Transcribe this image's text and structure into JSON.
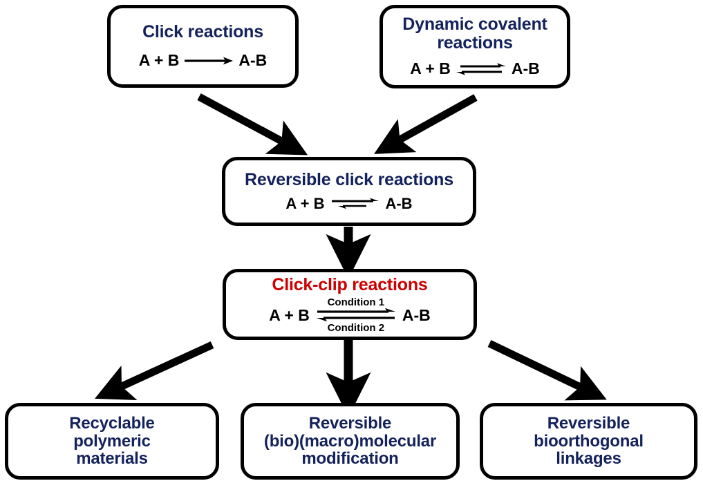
{
  "diagram": {
    "title": "Click-clip reactions concept flow",
    "colors": {
      "navy": "#14225C",
      "red": "#CC0000",
      "outline": "#000000",
      "background": "#FFFFFF"
    },
    "nodes": [
      {
        "id": "click-reactions",
        "title": "Click reactions",
        "title_color": "#14225C",
        "equation": {
          "left": "A + B",
          "arrow": "single-right",
          "right": "A-B",
          "condition_top": "",
          "condition_bottom": ""
        }
      },
      {
        "id": "dynamic-covalent-reactions",
        "title": "Dynamic covalent reactions",
        "title_color": "#14225C",
        "equation": {
          "left": "A + B",
          "arrow": "equilibrium-balanced",
          "right": "A-B",
          "condition_top": "",
          "condition_bottom": ""
        }
      },
      {
        "id": "reversible-click-reactions",
        "title": "Reversible click reactions",
        "title_color": "#14225C",
        "equation": {
          "left": "A + B",
          "arrow": "equilibrium-forward-biased",
          "right": "A-B",
          "condition_top": "",
          "condition_bottom": ""
        }
      },
      {
        "id": "click-clip-reactions",
        "title": "Click-clip reactions",
        "title_color": "#CC0000",
        "equation": {
          "left": "A + B",
          "arrow": "equilibrium-labelled",
          "right": "A-B",
          "condition_top": "Condition 1",
          "condition_bottom": "Condition 2"
        }
      },
      {
        "id": "recyclable-polymeric-materials",
        "title": "Recyclable polymeric materials",
        "title_lines": [
          "Recyclable",
          "polymeric",
          "materials"
        ],
        "title_color": "#14225C"
      },
      {
        "id": "reversible-biomacromolecular-modification",
        "title": "Reversible (bio)(macro)molecular modification",
        "title_lines": [
          "Reversible",
          "(bio)(macro)molecular",
          "modification"
        ],
        "title_color": "#14225C"
      },
      {
        "id": "reversible-bioorthogonal-linkages",
        "title": "Reversible bioorthogonal linkages",
        "title_lines": [
          "Reversible",
          "bioorthogonal",
          "linkages"
        ],
        "title_color": "#14225C"
      }
    ],
    "connectors": [
      {
        "id": "click-to-reversible",
        "from": "click-reactions",
        "to": "reversible-click-reactions",
        "direction": "down-right"
      },
      {
        "id": "dynamic-to-reversible",
        "from": "dynamic-covalent-reactions",
        "to": "reversible-click-reactions",
        "direction": "down-left"
      },
      {
        "id": "reversible-to-clickclip",
        "from": "reversible-click-reactions",
        "to": "click-clip-reactions",
        "direction": "down"
      },
      {
        "id": "clickclip-to-recyclable",
        "from": "click-clip-reactions",
        "to": "recyclable-polymeric-materials",
        "direction": "down-left"
      },
      {
        "id": "clickclip-to-modification",
        "from": "click-clip-reactions",
        "to": "reversible-biomacromolecular-modification",
        "direction": "down"
      },
      {
        "id": "clickclip-to-bioorthogonal",
        "from": "click-clip-reactions",
        "to": "reversible-bioorthogonal-linkages",
        "direction": "down-right"
      }
    ]
  }
}
